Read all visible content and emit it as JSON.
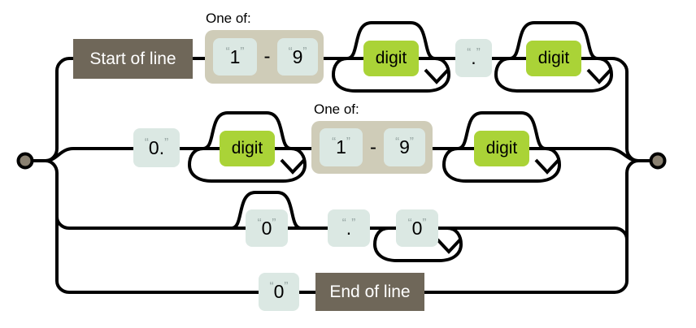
{
  "diagram": {
    "type": "railroad-syntax-diagram",
    "labels": {
      "one_of": "One of:",
      "hyphen": "-",
      "quote_open": "“",
      "quote_close": "”"
    },
    "nodes": {
      "start_of_line": "Start of line",
      "end_of_line": "End of line",
      "digit": "digit",
      "one": "1",
      "nine": "9",
      "zero_dot": "0.",
      "dot": ".",
      "zero": "0"
    },
    "colors": {
      "line": "#000000",
      "terminal_fill": "#8a8171",
      "control_box_bg": "#6f6759",
      "control_box_text": "#ffffff",
      "literal_box_bg": "#dbe8e3",
      "literal_quote": "#94a4a1",
      "literal_text": "#000000",
      "nonterminal_box_bg": "#aad337",
      "group_box_bg": "#cfccb8",
      "label_text": "#000000",
      "page_bg": "#ffffff"
    },
    "branches": [
      "Start of line · One of: “1”-“9” · digit (loop, skippable) · “.” · digit (loop, skippable)",
      "“0.” · digit (loop, skippable) · One of: “1”-“9” · digit (loop, skippable)",
      "“0” (skippable) · “.” · “0” (loop)",
      "“0” · End of line"
    ]
  }
}
